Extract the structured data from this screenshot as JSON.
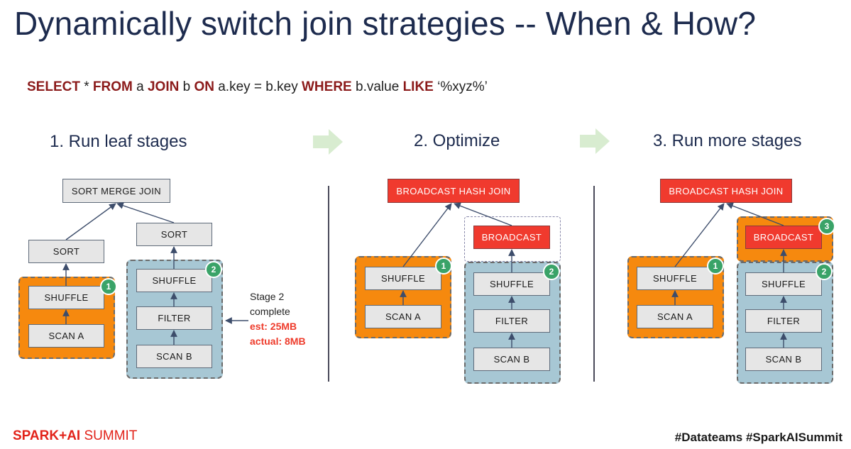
{
  "title": "Dynamically switch join strategies -- When & How?",
  "sql": {
    "select": "SELECT",
    "star": " * ",
    "from": "FROM",
    "a": " a ",
    "join": "JOIN",
    "b": " b ",
    "on": "ON",
    "cond": " a.key = b.key ",
    "where": "WHERE",
    "bval": " b.value ",
    "like": "LIKE",
    "pattern": " ‘%xyz%’"
  },
  "steps": {
    "step1": "1.  Run leaf stages",
    "step2": "2. Optimize",
    "step3": "3. Run more stages"
  },
  "panel1": {
    "join": "SORT MERGE JOIN",
    "sort_left": "SORT",
    "sort_right": "SORT",
    "shuffle_a": "SHUFFLE",
    "scan_a": "SCAN A",
    "shuffle_b": "SHUFFLE",
    "filter": "FILTER",
    "scan_b": "SCAN B",
    "badge1": "1",
    "badge2": "2"
  },
  "note": {
    "line1": "Stage 2",
    "line2": "complete",
    "est": "est: 25MB",
    "actual": "actual: 8MB"
  },
  "panel2": {
    "join": "BROADCAST HASH JOIN",
    "broadcast": "BROADCAST",
    "shuffle_a": "SHUFFLE",
    "scan_a": "SCAN A",
    "shuffle_b": "SHUFFLE",
    "filter": "FILTER",
    "scan_b": "SCAN B",
    "badge1": "1",
    "badge2": "2"
  },
  "panel3": {
    "join": "BROADCAST HASH JOIN",
    "broadcast": "BROADCAST",
    "shuffle_a": "SHUFFLE",
    "scan_a": "SCAN A",
    "shuffle_b": "SHUFFLE",
    "filter": "FILTER",
    "scan_b": "SCAN B",
    "badge1": "1",
    "badge2": "2",
    "badge3": "3"
  },
  "footer": {
    "logo_spark": "SPARK+AI",
    "logo_summit": " SUMMIT",
    "hashtags": "#Datateams  #SparkAISummit"
  },
  "colors": {
    "title": "#1d2b4e",
    "keyword": "#8b1a1a",
    "stage_orange": "#f6890e",
    "stage_blue": "#a7c7d4",
    "node_red": "#f03a2e",
    "badge_green": "#3aa368",
    "arrow_green": "#d8ecd0"
  },
  "icons": {
    "flow_arrow": "right-arrow-icon"
  }
}
